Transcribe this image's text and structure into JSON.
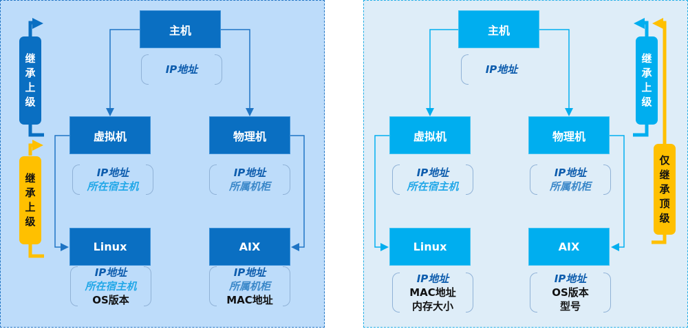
{
  "colors": {
    "left_node": "#0a6fc2",
    "right_node": "#00aeef",
    "left_panel_bg": "#bddcfa",
    "right_panel_bg": "#deedf8",
    "inherit_parent": "#0a6fc2",
    "inherit_parent_right": "#00aeef",
    "inherit_top": "#ffc000"
  },
  "left": {
    "nodes": {
      "host": "主机",
      "vm": "虚拟机",
      "physical": "物理机",
      "linux": "Linux",
      "aix": "AIX"
    },
    "attrs": {
      "host": [
        "IP地址"
      ],
      "vm": [
        "IP地址",
        "所在宿主机"
      ],
      "physical": [
        "IP地址",
        "所属机柜"
      ],
      "linux": [
        "IP地址",
        "所在宿主机",
        "OS版本"
      ],
      "aix": [
        "IP地址",
        "所属机柜",
        "MAC地址"
      ]
    },
    "legend": {
      "blue_pill": [
        "继",
        "承",
        "上",
        "级"
      ],
      "yellow_pill": [
        "继",
        "承",
        "上",
        "级"
      ]
    }
  },
  "right": {
    "nodes": {
      "host": "主机",
      "vm": "虚拟机",
      "physical": "物理机",
      "linux": "Linux",
      "aix": "AIX"
    },
    "attrs": {
      "host": [
        "IP地址"
      ],
      "vm": [
        "IP地址",
        "所在宿主机"
      ],
      "physical": [
        "IP地址",
        "所属机柜"
      ],
      "linux": [
        "IP地址",
        "MAC地址",
        "内存大小"
      ],
      "aix": [
        "IP地址",
        "OS版本",
        "型号"
      ]
    },
    "legend": {
      "blue_pill": [
        "继",
        "承",
        "上",
        "级"
      ],
      "yellow_pill": [
        "仅",
        "继",
        "承",
        "顶",
        "级"
      ]
    }
  }
}
